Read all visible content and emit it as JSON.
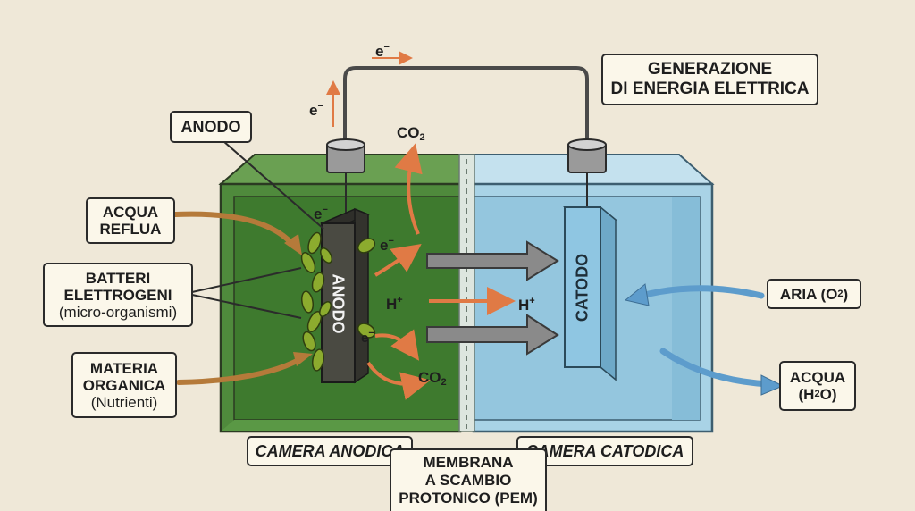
{
  "labels": {
    "generazione_line1": "GENERAZIONE",
    "generazione_line2": "DI ENERGIA ELETTRICA",
    "anodo_callout": "ANODO",
    "acqua_reflua_line1": "ACQUA",
    "acqua_reflua_line2": "REFLUA",
    "batteri_line1": "BATTERI",
    "batteri_line2": "ELETTROGENI",
    "batteri_line3": "(micro-organismi)",
    "materia_line1": "MATERIA",
    "materia_line2": "ORGANICA",
    "materia_line3": "(Nutrienti)",
    "aria_prefix": "ARIA (O",
    "aria_sub": "2",
    "aria_suffix": ")",
    "acqua_line1": "ACQUA",
    "acqua_line2_prefix": "(H",
    "acqua_line2_sub": "2",
    "acqua_line2_suffix": "O)",
    "camera_anodica": "CAMERA ANODICA",
    "camera_catodica": "CAMERA CATODICA",
    "membrana_line1": "MEMBRANA",
    "membrana_line2": "A SCAMBIO",
    "membrana_line3": "PROTONICO (PEM)",
    "anodo_electrode": "ANODO",
    "catodo_electrode": "CATODO"
  },
  "symbols": {
    "electron_base": "e",
    "electron_sup": "−",
    "proton_base": "H",
    "proton_sup": "+",
    "co2_base": "CO",
    "co2_sub": "2"
  },
  "colors": {
    "background": "#efe8d8",
    "anode_chamber": "#4f8a3c",
    "cathode_chamber": "#a9d3e6",
    "electrode_anode": "#4a4a42",
    "electrode_cathode": "#8fc6e2",
    "bacteria": "#8cab2e",
    "orange_arrow": "#e07a45",
    "blue_arrow": "#7ab4d8",
    "grey_arrow": "#8a8a8a"
  }
}
